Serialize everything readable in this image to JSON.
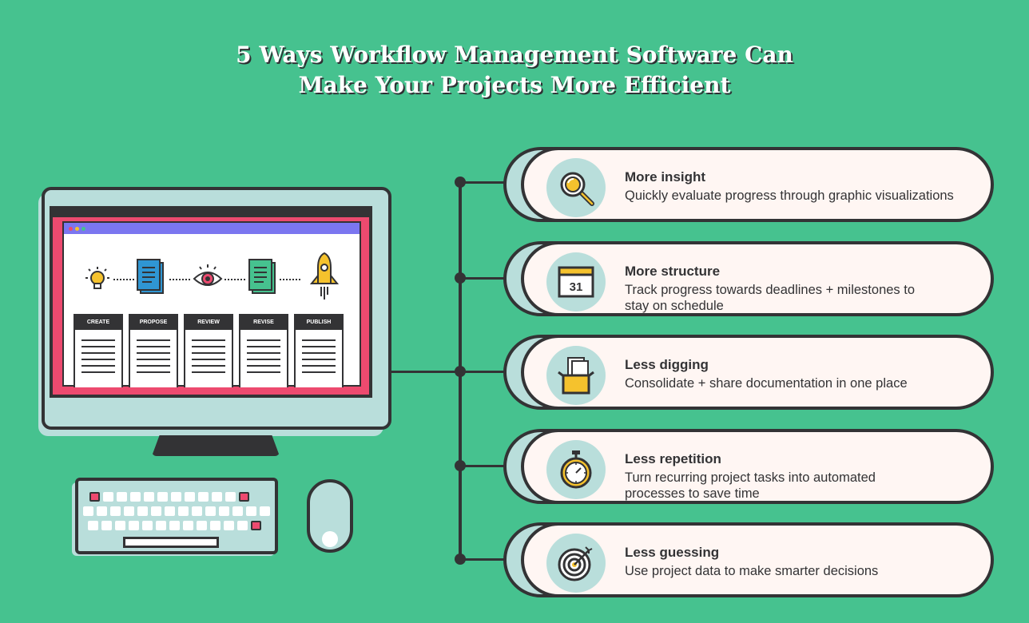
{
  "title": {
    "line1": "5 Ways Workflow Management Software Can",
    "line2": "Make Your Projects More Efficient"
  },
  "workflow": {
    "steps": [
      "CREATE",
      "PROPOSE",
      "REVIEW",
      "REVISE",
      "PUBLISH"
    ],
    "icons": [
      "lightbulb-icon",
      "document-icon",
      "eye-icon",
      "document-icon",
      "rocket-icon"
    ]
  },
  "benefits": [
    {
      "title": "More insight",
      "description": "Quickly evaluate progress through graphic visualizations",
      "icon": "magnifier-icon"
    },
    {
      "title": "More structure",
      "description": "Track progress towards deadlines + milestones to stay on schedule",
      "icon": "calendar-icon",
      "calendar_day": "31"
    },
    {
      "title": "Less digging",
      "description": "Consolidate + share documentation in one place",
      "icon": "document-box-icon"
    },
    {
      "title": "Less repetition",
      "description": "Turn recurring project tasks into automated processes to save time",
      "icon": "stopwatch-icon"
    },
    {
      "title": "Less guessing",
      "description": "Use project data to make smarter decisions",
      "icon": "target-icon"
    }
  ],
  "colors": {
    "background": "#46c28f",
    "dark": "#333335",
    "light_blue": "#b9dedb",
    "pink": "#ed4a6f",
    "purple": "#7b76f0",
    "yellow": "#f5c22d",
    "card": "#fff6f3"
  }
}
